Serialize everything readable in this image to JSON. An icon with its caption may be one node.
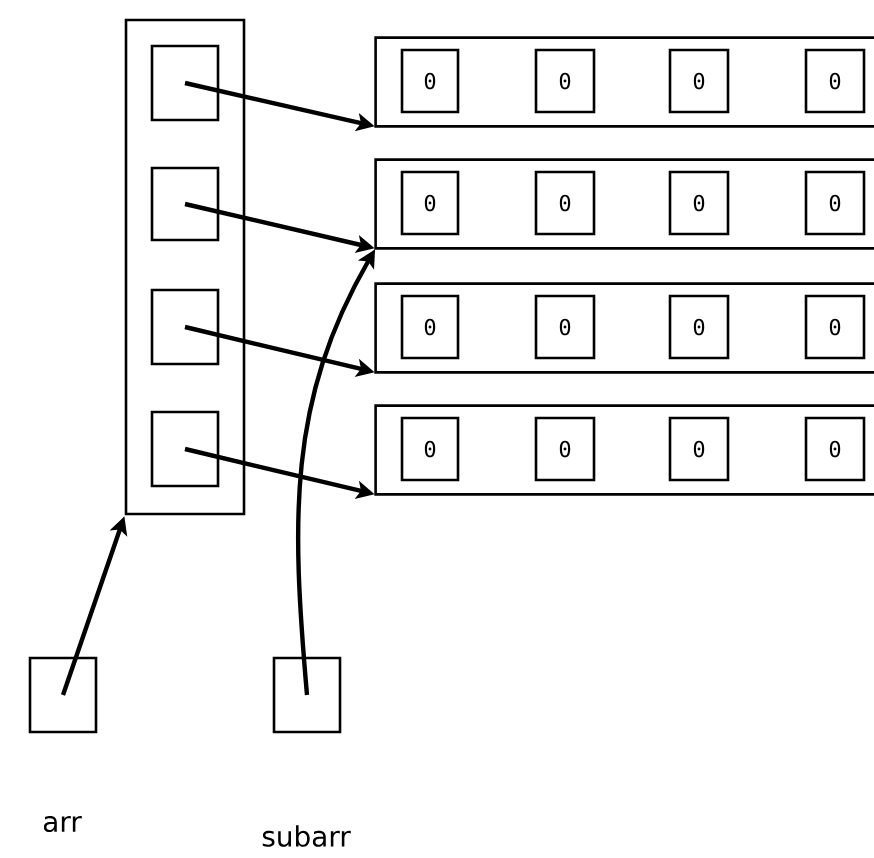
{
  "diagram": {
    "nodes": [
      {
        "text": [],
        "shape": "box"
      },
      {
        "text": [],
        "shape": "box",
        "in": 0
      },
      {
        "text": [],
        "shape": "box",
        "in": 0
      },
      {
        "text": [],
        "shape": "box",
        "in": 0
      },
      {
        "text": [],
        "shape": "box",
        "in": 0
      },
      {
        "text": [],
        "shape": "box"
      },
      {
        "text": [],
        "shape": "box"
      },
      {
        "text": [],
        "shape": "box"
      },
      {
        "text": [],
        "shape": "box"
      },
      {
        "text": [
          "0"
        ],
        "in": 5
      },
      {
        "text": [
          "0"
        ],
        "in": 5
      },
      {
        "text": [
          "0"
        ],
        "in": 5
      },
      {
        "text": [
          "0"
        ],
        "in": 5
      },
      {
        "text": [
          "0"
        ],
        "in": 6
      },
      {
        "text": [
          "0"
        ],
        "in": 6
      },
      {
        "text": [
          "0"
        ],
        "in": 6
      },
      {
        "text": [
          "0"
        ],
        "in": 6
      },
      {
        "text": [
          "0"
        ],
        "in": 7
      },
      {
        "text": [
          "0"
        ],
        "in": 7
      },
      {
        "text": [
          "0"
        ],
        "in": 7
      },
      {
        "text": [
          "0"
        ],
        "in": 7
      },
      {
        "text": [
          "0"
        ],
        "in": 8
      },
      {
        "text": [
          "0"
        ],
        "in": 8
      },
      {
        "text": [
          "0"
        ],
        "in": 8
      },
      {
        "text": [
          "0"
        ],
        "in": 8
      },
      {
        "text": [],
        "shape": "box",
        "beside": [
          "arr"
        ]
      },
      {
        "text": [],
        "shape": "box",
        "beside": [
          "subarr"
        ]
      }
    ],
    "edges": [
      {
        "from": 1,
        "to": 5,
        "arrow": "to"
      },
      {
        "from": 2,
        "to": 6,
        "arrow": "to"
      },
      {
        "from": 3,
        "to": 7,
        "arrow": "to"
      },
      {
        "from": 4,
        "to": 8,
        "arrow": "to"
      },
      {
        "from": 25,
        "to": 0,
        "arrow": "to"
      },
      {
        "from": 26,
        "to": 6,
        "arrow": "to"
      }
    ]
  }
}
